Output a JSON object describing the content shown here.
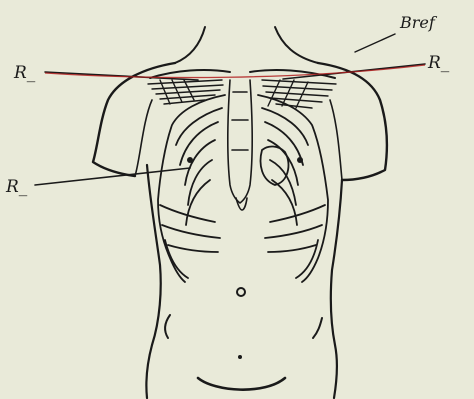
{
  "labels": {
    "left_upper": "R_",
    "right_upper": "R_",
    "left_middle": "R_",
    "top_right": "Bref"
  },
  "colors": {
    "paper": "#e9ead9",
    "ink": "#1a1a1a",
    "red_line": "#b01e1e"
  }
}
